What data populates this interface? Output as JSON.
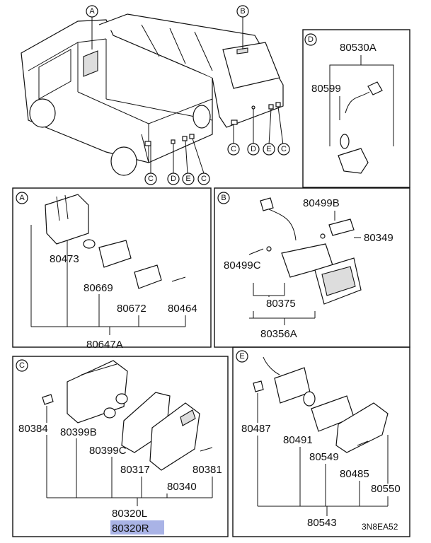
{
  "callouts": {
    "a": "A",
    "b": "B",
    "c": "C",
    "d": "D",
    "e": "E"
  },
  "vehicle": {
    "flatbed_refs": [
      "C",
      "D",
      "E",
      "C"
    ],
    "van_refs": [
      "C",
      "D",
      "E",
      "C"
    ]
  },
  "sections": {
    "D": {
      "letter": "D",
      "parts": {
        "p80530A": "80530A",
        "p80599": "80599"
      }
    },
    "A": {
      "letter": "A",
      "parts": {
        "p80473": "80473",
        "p80669": "80669",
        "p80672": "80672",
        "p80464": "80464",
        "p80647A": "80647A"
      }
    },
    "B": {
      "letter": "B",
      "parts": {
        "p80499B": "80499B",
        "p80349": "80349",
        "p80499C": "80499C",
        "p80375": "80375",
        "p80356A": "80356A"
      }
    },
    "C": {
      "letter": "C",
      "parts": {
        "p80384": "80384",
        "p80399B": "80399B",
        "p80399C": "80399C",
        "p80317": "80317",
        "p80381": "80381",
        "p80340": "80340",
        "p80320L": "80320L",
        "p80320R": "80320R"
      }
    },
    "E": {
      "letter": "E",
      "parts": {
        "p80487": "80487",
        "p80491": "80491",
        "p80549": "80549",
        "p80485": "80485",
        "p80550": "80550",
        "p80543": "80543"
      }
    }
  },
  "diagram_code": "3N8EA52",
  "highlight_color": "#a9b3e6"
}
